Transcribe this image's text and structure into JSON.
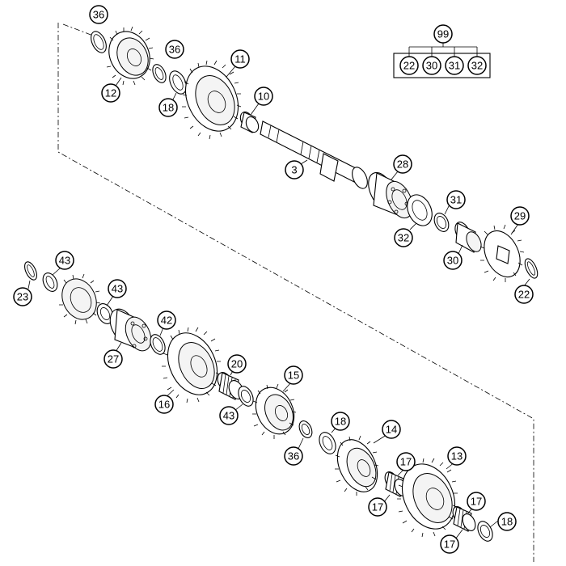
{
  "callouts": {
    "c36a": "36",
    "c12": "12",
    "c36b": "36",
    "c18a": "18",
    "c11": "11",
    "c10": "10",
    "c3": "3",
    "c28": "28",
    "c31": "31",
    "c32": "32",
    "c30": "30",
    "c29": "29",
    "c22": "22",
    "c99": "99",
    "k22": "22",
    "k30": "30",
    "k31": "31",
    "k32": "32",
    "c43a": "43",
    "c23": "23",
    "c43b": "43",
    "c42": "42",
    "c27": "27",
    "c20": "20",
    "c16": "16",
    "c15": "15",
    "c43c": "43",
    "c18b": "18",
    "c14": "14",
    "c36c": "36",
    "c17a": "17",
    "c13": "13",
    "c17b": "17",
    "c17c": "17",
    "c18c": "18",
    "c17d": "17"
  }
}
